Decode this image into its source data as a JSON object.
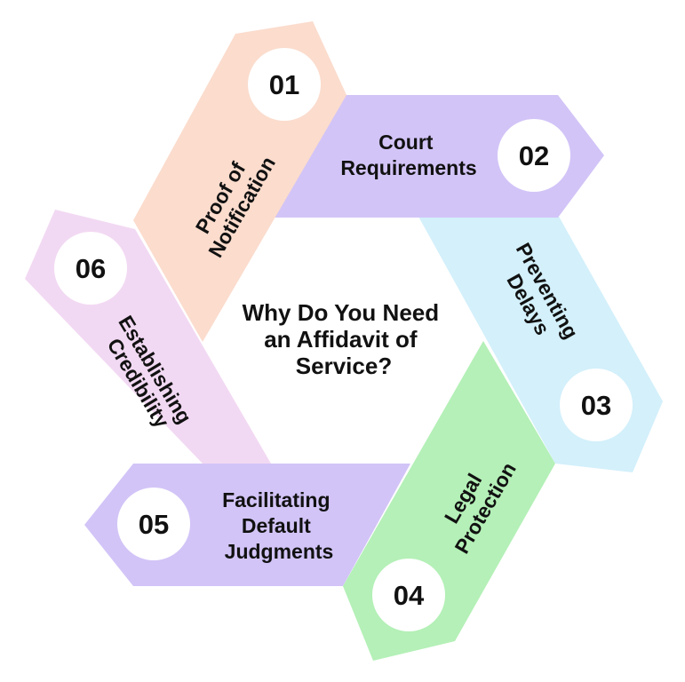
{
  "title": {
    "lines": [
      "Why Do You Need",
      "an Affidavit of",
      "Service?"
    ]
  },
  "steps": [
    {
      "number": "01",
      "lines": [
        "Proof of",
        "Notification"
      ],
      "color": "#FBDCCD"
    },
    {
      "number": "02",
      "lines": [
        "Court",
        "Requirements"
      ],
      "color": "#D2C4F7"
    },
    {
      "number": "03",
      "lines": [
        "Preventing",
        "Delays"
      ],
      "color": "#D3F0FB"
    },
    {
      "number": "04",
      "lines": [
        "Legal",
        "Protection"
      ],
      "color": "#B4F0B7"
    },
    {
      "number": "05",
      "lines": [
        "Facilitating",
        "Default",
        "Judgments"
      ],
      "color": "#D2C4F7"
    },
    {
      "number": "06",
      "lines": [
        "Establishing",
        "Credibility"
      ],
      "color": "#F2D9F3"
    }
  ]
}
